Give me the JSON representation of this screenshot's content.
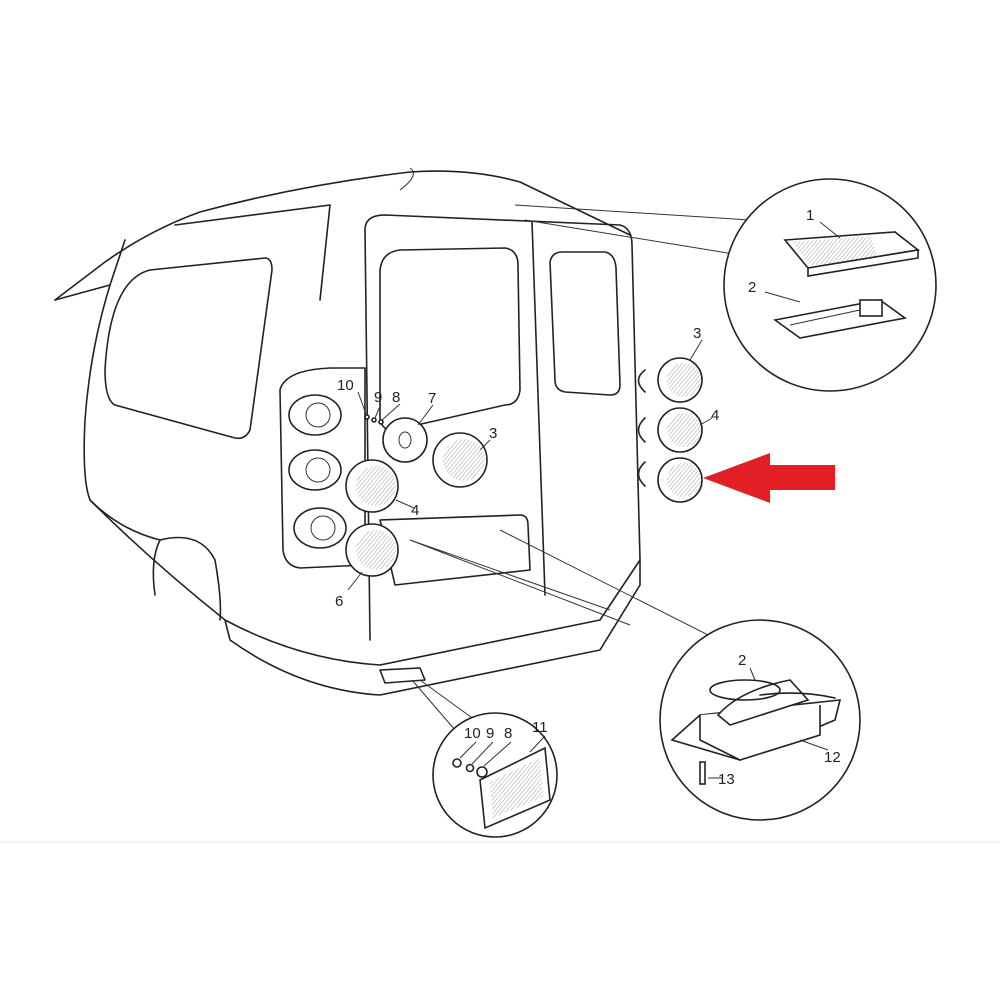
{
  "diagram": {
    "title": "Rear lighting parts diagram (van)",
    "callouts": {
      "roof_detail": {
        "part1": "1",
        "part2": "2"
      },
      "door_side": {
        "part10": "10",
        "part9": "9",
        "part8": "8",
        "part7": "7",
        "part3": "3",
        "part4": "4",
        "part6": "6"
      },
      "right_side": {
        "part3": "3",
        "part4": "4"
      },
      "plate_light_detail": {
        "part2": "2",
        "part12": "12",
        "part13": "13"
      },
      "reflector_detail": {
        "part10": "10",
        "part9": "9",
        "part8": "8",
        "part11": "11"
      }
    },
    "highlight_arrow_color": "#e31e24"
  }
}
